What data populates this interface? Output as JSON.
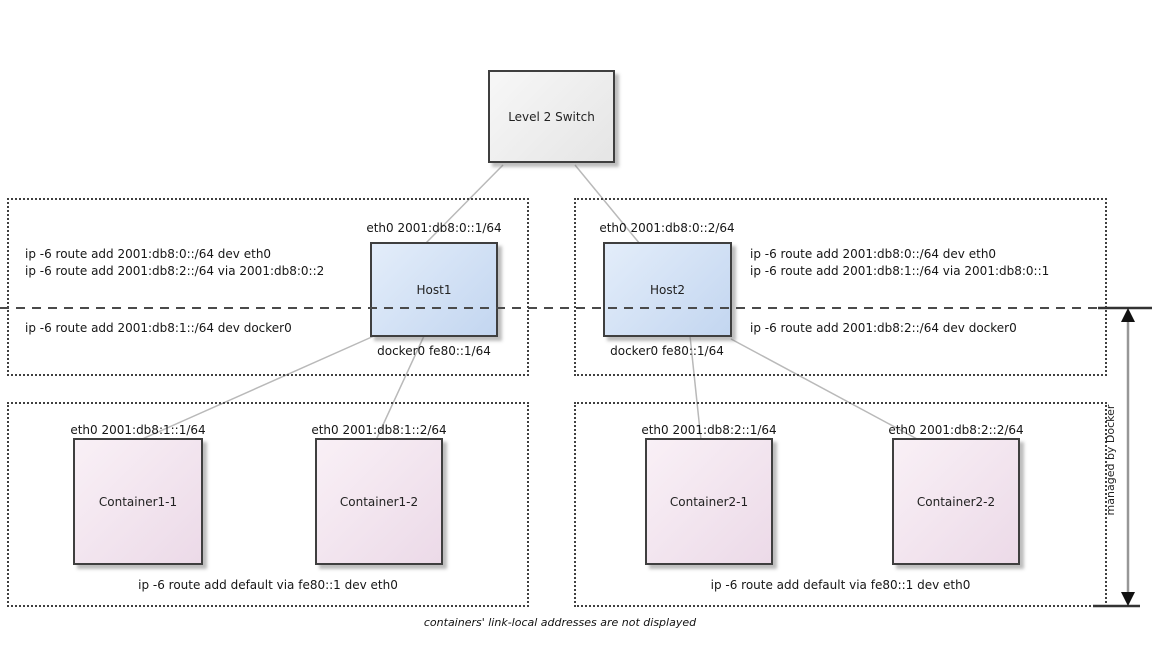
{
  "switch": {
    "label": "Level 2 Switch"
  },
  "hosts": [
    {
      "name": "Host1",
      "eth_label": "eth0 2001:db8:0::1/64",
      "docker_label": "docker0 fe80::1/64",
      "routes_above": [
        "ip -6 route add 2001:db8:0::/64 dev eth0",
        "ip -6 route add 2001:db8:2::/64 via 2001:db8:0::2"
      ],
      "routes_below": [
        "ip -6 route add 2001:db8:1::/64 dev docker0"
      ]
    },
    {
      "name": "Host2",
      "eth_label": "eth0 2001:db8:0::2/64",
      "docker_label": "docker0 fe80::1/64",
      "routes_above": [
        "ip -6 route add 2001:db8:0::/64 dev eth0",
        "ip -6 route add 2001:db8:1::/64 via 2001:db8:0::1"
      ],
      "routes_below": [
        "ip -6 route add 2001:db8:2::/64 dev docker0"
      ]
    }
  ],
  "containers": [
    {
      "name": "Container1-1",
      "eth_label": "eth0 2001:db8:1::1/64"
    },
    {
      "name": "Container1-2",
      "eth_label": "eth0 2001:db8:1::2/64"
    },
    {
      "name": "Container2-1",
      "eth_label": "eth0 2001:db8:2::1/64"
    },
    {
      "name": "Container2-2",
      "eth_label": "eth0 2001:db8:2::2/64"
    }
  ],
  "container_groups": [
    {
      "default_route": "ip -6 route add default via fe80::1 dev eth0"
    },
    {
      "default_route": "ip -6 route add default via fe80::1 dev eth0"
    }
  ],
  "side_label": "managed by Docker",
  "footnote": "containers' link-local addresses are not displayed",
  "colors": {
    "host_fill_top": "#e3edfa",
    "host_fill_bottom": "#c3d6f0",
    "container_fill_top": "#f9f0f6",
    "container_fill_bottom": "#ecdae8",
    "switch_fill_top": "#f7f7f7",
    "switch_fill_bottom": "#e5e5e5",
    "node_border": "#3f3f3f",
    "region_border": "#404040",
    "connector_line": "#b9b9b9",
    "dashed_divider": "#4a4a4a"
  }
}
